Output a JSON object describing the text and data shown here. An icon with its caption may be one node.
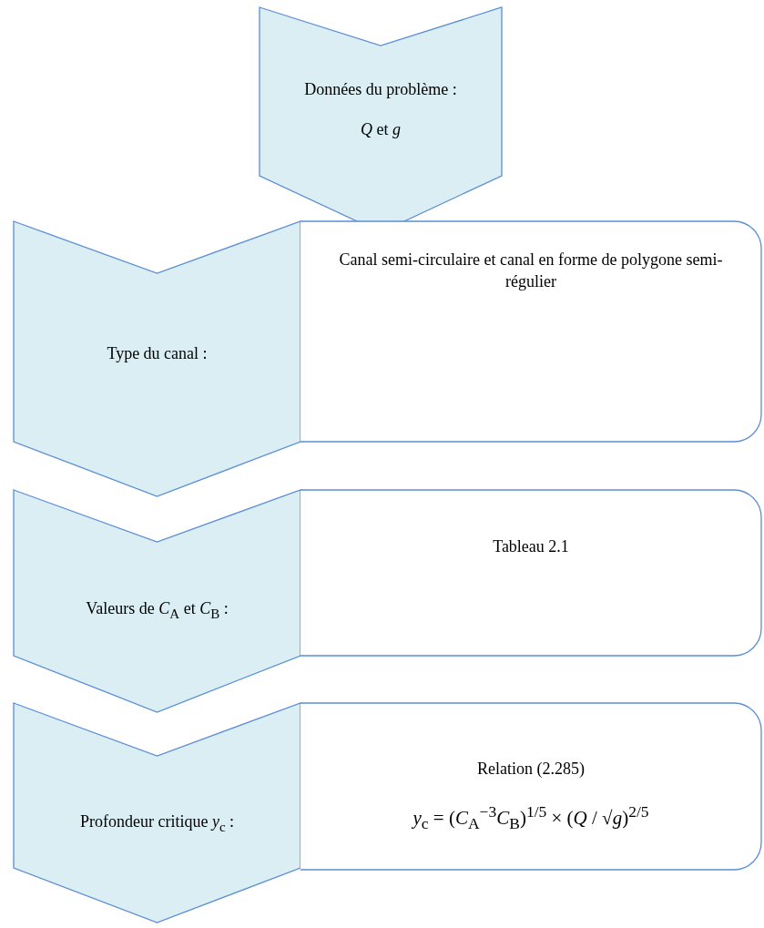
{
  "diagram": {
    "nodes": [
      {
        "text": [
          "Données du problème :",
          "*Q* et *g*"
        ]
      },
      {
        "text": [
          "Type du canal :"
        ]
      },
      {
        "text": [
          "Canal semi-circulaire et canal en forme de polygone semi-régulier"
        ]
      },
      {
        "text": [
          "Valeurs de *C*$_{A}$ et *C*$_{B}$ :"
        ]
      },
      {
        "text": [
          "Tableau 2.1"
        ]
      },
      {
        "text": [
          "Profondeur critique *y*$_{c}$ :"
        ]
      },
      {
        "text": [
          "Relation (2.285)",
          "*y*$_{c}$ = (*C*$_{A}$$^{−3}$*C*$_{B}$)$^{1/5}$ × (*Q* / √*g*)$^{2/5}$"
        ]
      }
    ],
    "edges": []
  }
}
